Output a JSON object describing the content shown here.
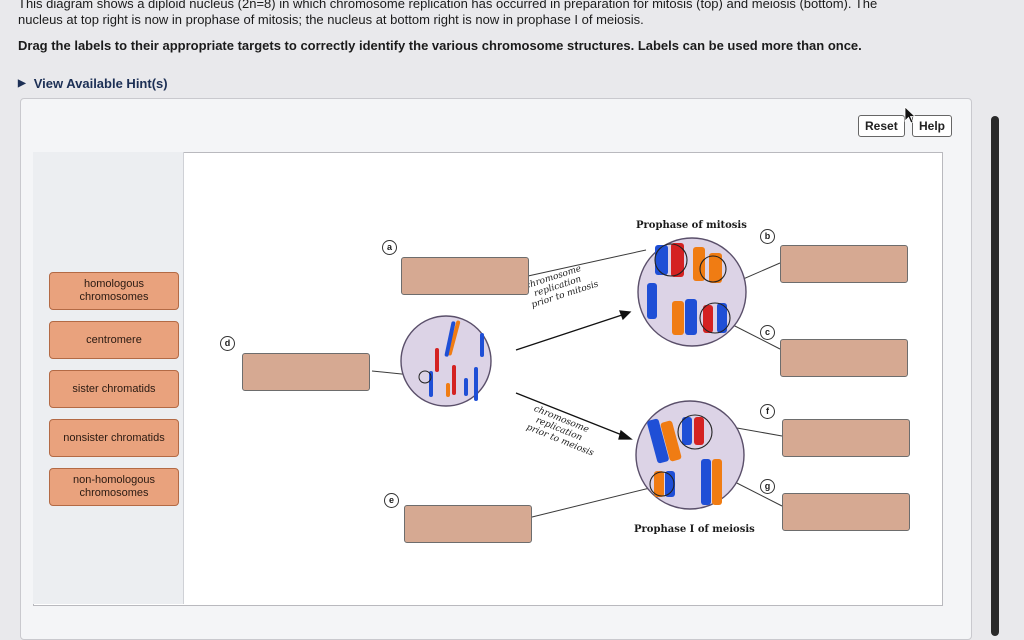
{
  "question": {
    "line1": "This diagram shows a diploid nucleus (2n=8) in which chromosome replication has occurred in preparation for mitosis (top) and meiosis (bottom). The",
    "line2": "nucleus at top right is now in prophase of mitosis; the nucleus at bottom right is now in prophase I of meiosis.",
    "instructions": "Drag the labels to their appropriate targets to correctly identify the various chromosome structures. Labels can be used more than once.",
    "hint_link": "View Available Hint(s)"
  },
  "toolbar": {
    "reset_label": "Reset",
    "help_label": "Help"
  },
  "labels": [
    {
      "text": "homologous chromosomes"
    },
    {
      "text": "centromere"
    },
    {
      "text": "sister chromatids"
    },
    {
      "text": "nonsister chromatids"
    },
    {
      "text": "non-homologous chromosomes"
    }
  ],
  "targets": {
    "a": "a",
    "b": "b",
    "c": "c",
    "d": "d",
    "e": "e",
    "f": "f",
    "g": "g"
  },
  "diagram": {
    "mitosis_title": "Prophase of mitosis",
    "meiosis_title": "Prophase I of meiosis",
    "mitosis_arrow_lines": [
      "chromosome",
      "replication",
      "prior to mitosis"
    ],
    "meiosis_arrow_lines": [
      "chromosome",
      "replication",
      "prior to meiosis"
    ]
  },
  "colors": {
    "chip_fill": "#e9a27d",
    "target_fill": "#d6a992",
    "nucleus_fill": "#dcd3e6",
    "chrom_blue": "#1f4fd6",
    "chrom_orange": "#f07c13",
    "chrom_red": "#d42222"
  }
}
